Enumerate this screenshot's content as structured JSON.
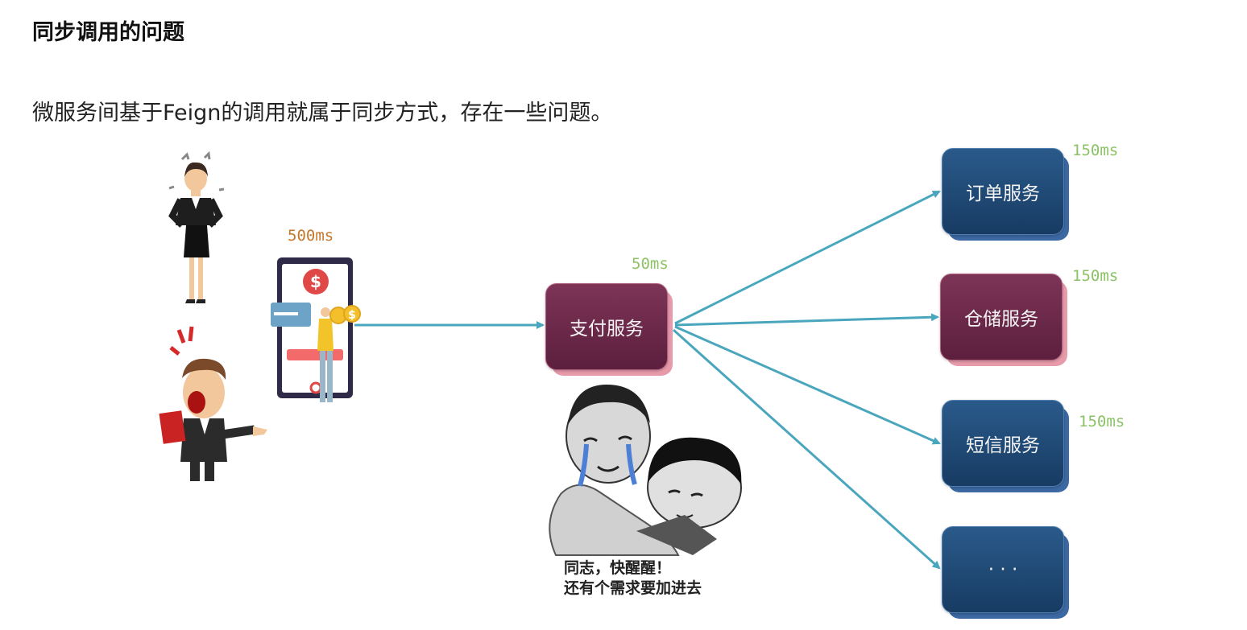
{
  "title": "同步调用的问题",
  "subtitle": "微服务间基于Feign的调用就属于同步方式，存在一些问题。",
  "phone_latency": "500ms",
  "payment": {
    "label": "支付服务",
    "latency": "50ms"
  },
  "services": [
    {
      "label": "订单服务",
      "latency": "150ms"
    },
    {
      "label": "仓储服务",
      "latency": "150ms"
    },
    {
      "label": "短信服务",
      "latency": "150ms"
    },
    {
      "label": "· · ·",
      "latency": ""
    }
  ],
  "meme_caption": [
    "同志，快醒醒！",
    "还有个需求要加进去"
  ],
  "colors": {
    "arrow": "#4aa6bd",
    "service_blue": "#1d456f",
    "service_purple": "#6a2947",
    "latency_green": "#8cc265",
    "latency_orange": "#c8762a"
  }
}
